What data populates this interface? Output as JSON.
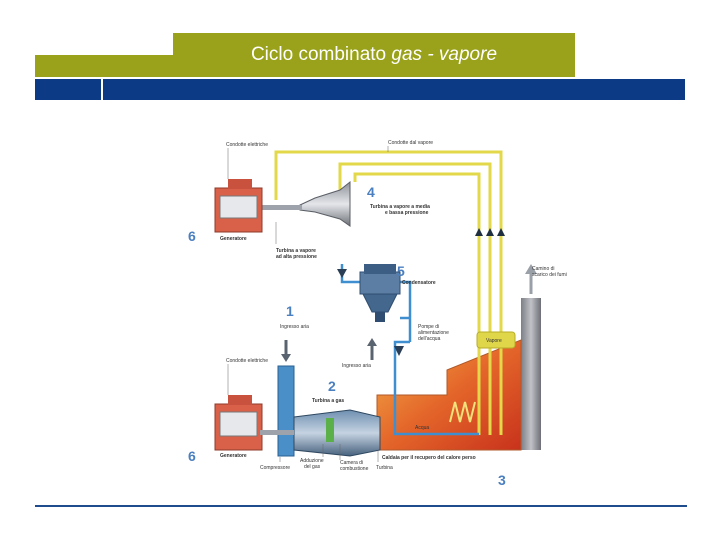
{
  "slide": {
    "title_plain": "Ciclo combinato ",
    "title_italic": "gas - vapore"
  },
  "diagram": {
    "labels": {
      "condotte_elettriche_top": "Condotte elettriche",
      "condotte_dal_vapore": "Condotte dal vapore",
      "turbina_vapore_media_1": "Turbina a vapore a media",
      "turbina_vapore_media_2": "e bassa pressione",
      "generatore_top": "Generatore",
      "turbina_vapore_alta_1": "Turbina a vapore",
      "turbina_vapore_alta_2": "ad alta pressione",
      "condensatore": "Condensatore",
      "ingresso_aria_1": "Ingresso aria",
      "pompe_1": "Pompe di",
      "pompe_2": "alimentazione",
      "pompe_3": "dell'acqua",
      "vapore": "Vapore",
      "ingresso_aria_2": "Ingresso aria",
      "condotte_elettriche_bottom": "Condotte elettriche",
      "turbina_gas": "Turbina a gas",
      "camino_1": "Camino di",
      "camino_2": "scarico dei fumi",
      "acqua": "Acqua",
      "generatore_bottom": "Generatore",
      "compressore": "Compressore",
      "adduzione_1": "Adduzione",
      "adduzione_2": "del gas",
      "camera_1": "Camera di",
      "camera_2": "combustione",
      "turbina": "Turbina",
      "caldaia": "Caldaia per il recupero del calore perso"
    },
    "markers": [
      "1",
      "2",
      "3",
      "4",
      "5",
      "6",
      "6"
    ]
  },
  "colors": {
    "olive": "#99a21a",
    "navy": "#0c3a84",
    "steam_lines": "#e2d84a",
    "water_lines": "#3f8fd0",
    "marker": "#4a7fc0"
  }
}
